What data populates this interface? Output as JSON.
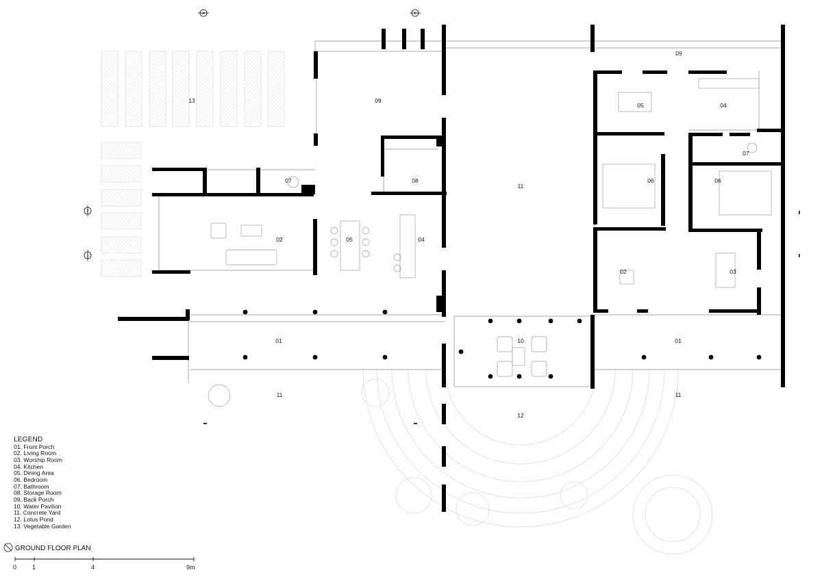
{
  "legend": {
    "title": "LEGEND",
    "items": [
      "01. Front Porch",
      "02. Living Room",
      "03. Worship Room",
      "04. Kitchen",
      "05. Dining Area",
      "06. Bedroom",
      "07. Bathroom",
      "08. Storage Room",
      "09. Back Porch",
      "10. Water Pavilion",
      "11. Concrete Yard",
      "12. Lotus Pond",
      "13. Vegetable Garden"
    ]
  },
  "plan_title": "GROUND FLOOR PLAN",
  "scale_bar": {
    "labels": [
      "0",
      "1",
      "4",
      "9m"
    ]
  },
  "room_labels": {
    "garden": "13",
    "back_porch_left": "09",
    "back_porch_right": "09",
    "bath_left": "07",
    "storage": "08",
    "yard_mid": "11",
    "living_left": "02",
    "dining_left": "05",
    "kitchen_left": "04",
    "dining_right": "05",
    "kitchen_right": "04",
    "bath_right": "07",
    "bed_a": "06",
    "bed_b": "06",
    "living_right": "02",
    "worship": "03",
    "front_porch_left": "01",
    "pavilion": "10",
    "front_porch_right": "01",
    "yard_left": "11",
    "pond": "12",
    "yard_right": "11"
  },
  "section_marks": [
    "A",
    "B",
    "2",
    "1"
  ]
}
